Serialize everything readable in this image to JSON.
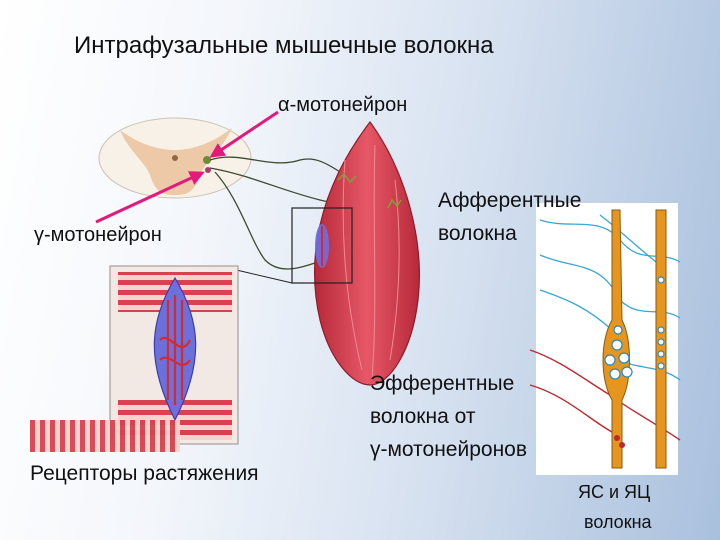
{
  "title": "Интрафузальные мышечные волокна",
  "labels": {
    "alpha_motoneuron": "α-мотонейрон",
    "gamma_motoneuron": "γ-мотонейрон",
    "afferent_line1": "Афферентные",
    "afferent_line2": "волокна",
    "efferent_line1": "Эфферентные",
    "efferent_line2": "волокна от",
    "efferent_line3": "γ-мотонейронов",
    "receptors": "Рецепторы растяжения",
    "fibers_line1": "ЯС и ЯЦ",
    "fibers_line2": "волокна"
  },
  "colors": {
    "pointer_arrow": "#e3197c",
    "muscle": "#d9414e",
    "muscle_stripe": "#f4b6b0",
    "nerve": "#4a5a3a",
    "capsule": "#5b5fd6",
    "fiber_orange": "#e6951f",
    "afferent_blue": "#3aa7d8",
    "efferent_red": "#c0262e"
  }
}
